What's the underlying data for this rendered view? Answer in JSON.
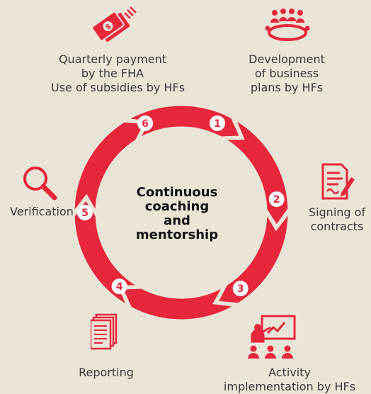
{
  "center": {
    "lines": [
      "Continuous",
      "coaching",
      "and",
      "mentorship"
    ]
  },
  "steps": [
    {
      "number": "1",
      "lines": [
        "Development",
        "of business",
        "plans by HFs"
      ],
      "icon": "meeting-people-icon"
    },
    {
      "number": "2",
      "lines": [
        "Signing of",
        "contracts"
      ],
      "icon": "contract-signing-icon"
    },
    {
      "number": "3",
      "lines": [
        "Activity",
        "implementation by HFs"
      ],
      "icon": "presentation-trainer-icon"
    },
    {
      "number": "4",
      "lines": [
        "Reporting"
      ],
      "icon": "documents-report-icon"
    },
    {
      "number": "5",
      "lines": [
        "Verification"
      ],
      "icon": "magnifier-icon"
    },
    {
      "number": "6",
      "lines": [
        "Quarterly payment",
        "by the FHA",
        "Use of subsidies by HFs"
      ],
      "icon": "money-payment-icon"
    }
  ],
  "colors": {
    "accent": "#e8273d",
    "background": "#ebe5d8",
    "text": "#3a3a3a",
    "badge_text": "#e8273d"
  }
}
